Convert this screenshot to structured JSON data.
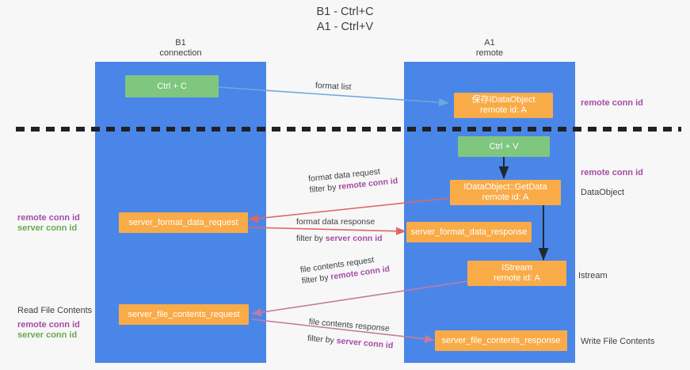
{
  "title": {
    "line1": "B1 - Ctrl+C",
    "line2": "A1 - Ctrl+V"
  },
  "columns": [
    {
      "name": "B1",
      "role": "connection"
    },
    {
      "name": "A1",
      "role": "remote"
    }
  ],
  "nodes": {
    "ctrl_c": {
      "label": "Ctrl + C"
    },
    "ctrl_v": {
      "label": "Ctrl + V"
    },
    "save_idataobject": {
      "line1": "保存IDataObject",
      "line2": "remote id: A"
    },
    "getdata": {
      "line1": "IDataObject::GetData",
      "line2": "remote id: A"
    },
    "istream": {
      "line1": "IStream",
      "line2": "remote id: A"
    },
    "server_format_data_request": {
      "label": "server_format_data_request"
    },
    "server_format_data_response": {
      "label": "server_format_data_response"
    },
    "server_file_contents_request": {
      "label": "server_file_contents_request"
    },
    "server_file_contents_response": {
      "label": "server_file_contents_response"
    }
  },
  "edge_labels": {
    "format_list": "format list",
    "format_data_request": "format data request",
    "format_data_request_filter_prefix": "filter by ",
    "format_data_request_filter_key": "remote conn id",
    "format_data_response": "format data response",
    "format_data_response_filter_prefix": "filter by ",
    "format_data_response_filter_key": "server conn id",
    "file_contents_request": "file contents request",
    "file_contents_request_filter_prefix": "filter by ",
    "file_contents_request_filter_key": "remote conn id",
    "file_contents_response": "file contents response",
    "file_contents_response_filter_prefix": "filter by ",
    "file_contents_response_filter_key": "server conn id"
  },
  "side_labels": {
    "left_mid_remote": "remote conn id",
    "left_mid_server": "server conn id",
    "left_read_file_contents": "Read File Contents",
    "left_bottom_remote": "remote conn id",
    "left_bottom_server": "server conn id",
    "right_top_remote": "remote conn id",
    "right_mid_remote": "remote conn id",
    "right_dataobject": "DataObject",
    "right_istream": "Istream",
    "right_write_file_contents": "Write File Contents"
  },
  "colors": {
    "lane": "#4a86e8",
    "green_node": "#7fc67f",
    "orange_node": "#f9ab48",
    "purple_key": "#a64ca6",
    "green_key": "#6aa84f",
    "arrow_blue": "#6fa8dc",
    "arrow_red": "#e06666",
    "arrow_magenta": "#c27ba0",
    "arrow_dark": "#1f2933",
    "divider": "#202124",
    "background": "#f7f7f7"
  }
}
